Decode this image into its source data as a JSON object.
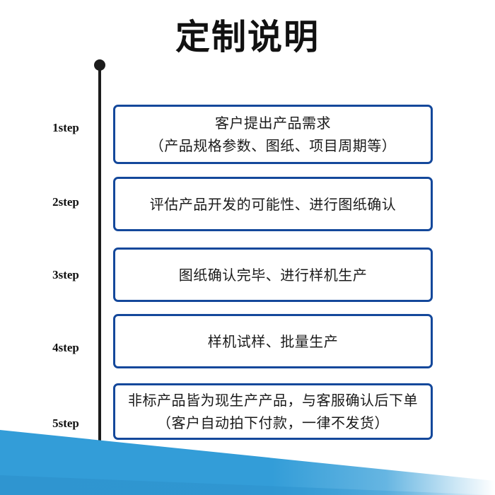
{
  "page": {
    "title": "定制说明",
    "background_color": "#ffffff",
    "box_border_color": "#14489B",
    "accent_band_color": "#339DD8",
    "timeline_color": "#1c1c1c"
  },
  "timeline": {
    "start_marker": "dot",
    "end_marker": "arrowhead-down"
  },
  "steps": [
    {
      "label": "1step",
      "lines": [
        "客户提出产品需求",
        "（产品规格参数、图纸、项目周期等）"
      ]
    },
    {
      "label": "2step",
      "lines": [
        "评估产品开发的可能性、进行图纸确认"
      ]
    },
    {
      "label": "3step",
      "lines": [
        "图纸确认完毕、进行样机生产"
      ]
    },
    {
      "label": "4step",
      "lines": [
        "样机试样、批量生产"
      ]
    },
    {
      "label": "5step",
      "lines": [
        "非标产品皆为现生产产品，与客服确认后下单",
        "（客户自动拍下付款，一律不发货）"
      ]
    }
  ]
}
